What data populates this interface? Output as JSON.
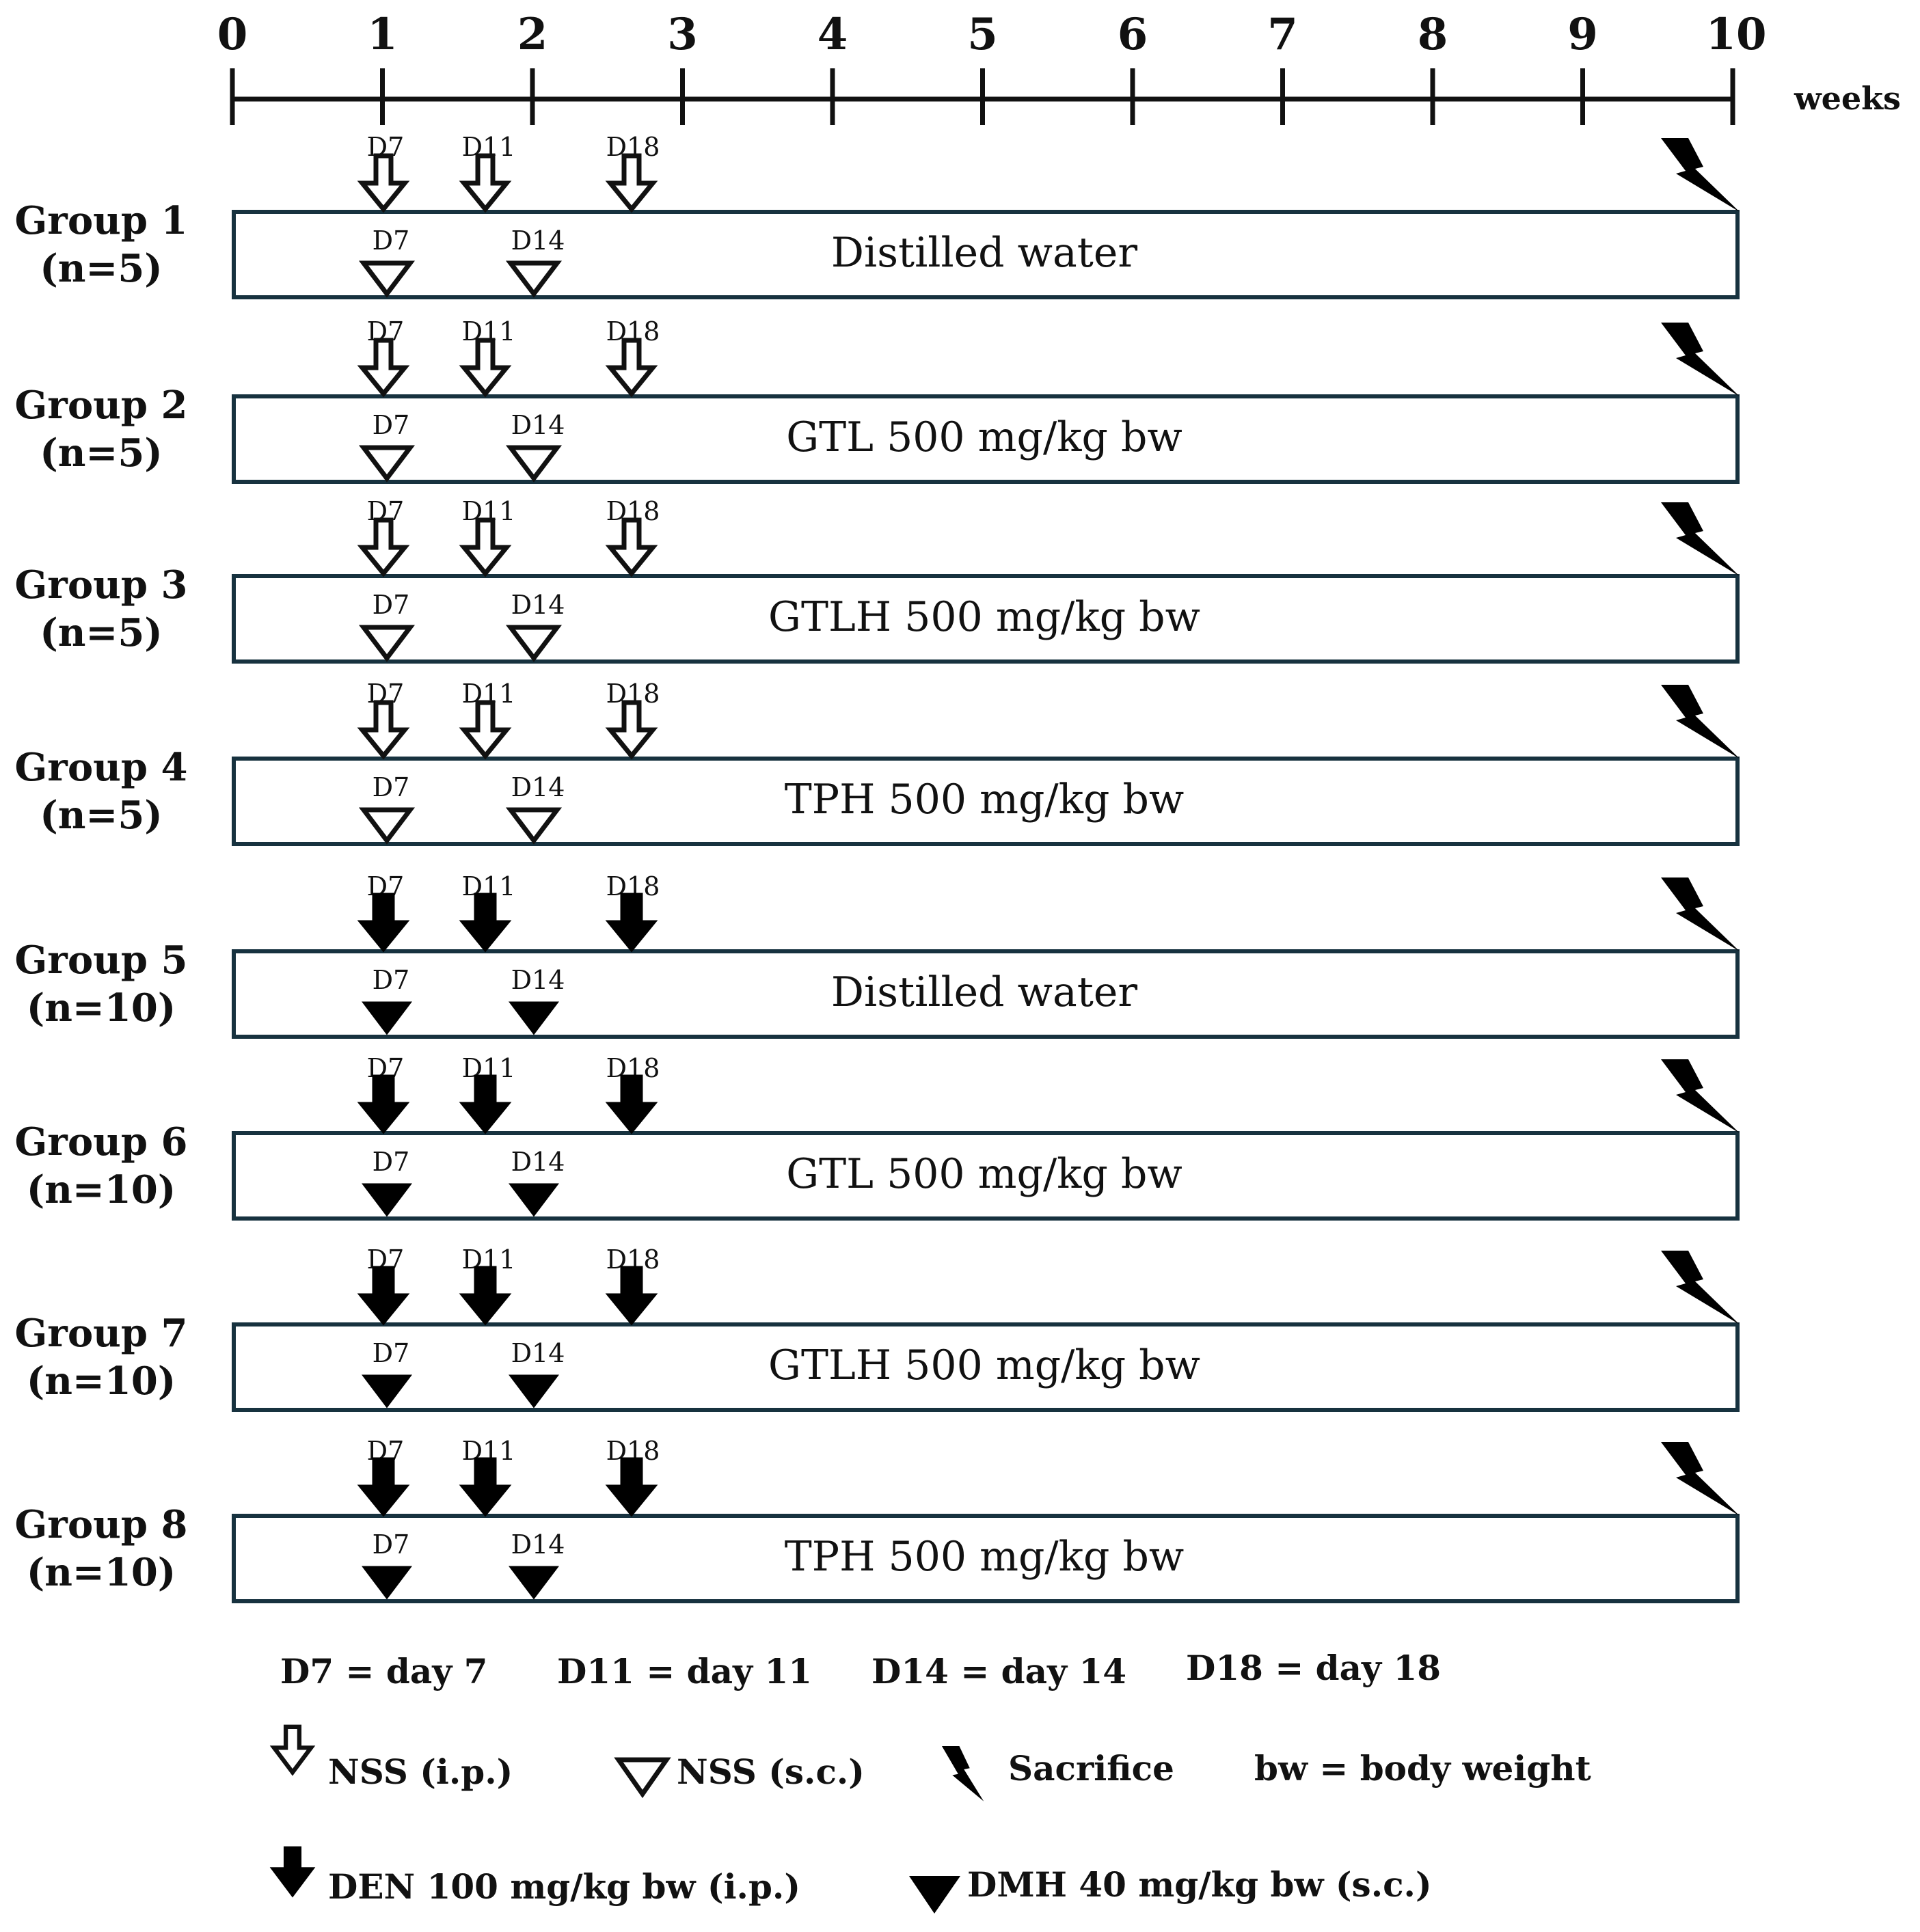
{
  "timeline": {
    "ticks": [
      "0",
      "1",
      "2",
      "3",
      "4",
      "5",
      "6",
      "7",
      "8",
      "9",
      "10"
    ],
    "unit": "weeks"
  },
  "colors": {
    "line": "#111111",
    "bar_border": "#17323f",
    "open_marker_fill": "#ffffff",
    "filled_marker": "#000000"
  },
  "icons": {
    "ip_open": "hollow-down-arrow-icon",
    "sc_open": "hollow-triangle-icon",
    "ip_filled": "filled-down-arrow-icon",
    "sc_filled": "filled-triangle-icon",
    "sacrifice": "lightning-bolt-icon"
  },
  "day_labels": {
    "ip": [
      "D7",
      "D11",
      "D18"
    ],
    "sc": [
      "D7",
      "D14"
    ]
  },
  "groups": [
    {
      "name": "Group 1",
      "n": "(n=5)",
      "treatment": "Distilled water",
      "marker": "open"
    },
    {
      "name": "Group 2",
      "n": "(n=5)",
      "treatment": "GTL 500 mg/kg bw",
      "marker": "open"
    },
    {
      "name": "Group 3",
      "n": "(n=5)",
      "treatment": "GTLH 500 mg/kg bw",
      "marker": "open"
    },
    {
      "name": "Group 4",
      "n": "(n=5)",
      "treatment": "TPH 500 mg/kg bw",
      "marker": "open"
    },
    {
      "name": "Group 5",
      "n": "(n=10)",
      "treatment": "Distilled water",
      "marker": "filled"
    },
    {
      "name": "Group 6",
      "n": "(n=10)",
      "treatment": "GTL 500 mg/kg bw",
      "marker": "filled"
    },
    {
      "name": "Group 7",
      "n": "(n=10)",
      "treatment": "GTLH 500 mg/kg bw",
      "marker": "filled"
    },
    {
      "name": "Group 8",
      "n": "(n=10)",
      "treatment": "TPH 500 mg/kg bw",
      "marker": "filled"
    }
  ],
  "legend": {
    "day_definitions": [
      "D7 = day 7",
      "D11 = day 11",
      "D14 = day 14",
      "D18 = day 18"
    ],
    "nss_ip": "NSS (i.p.)",
    "nss_sc": "NSS (s.c.)",
    "sacrifice": "Sacrifice",
    "bw": "bw =  body weight",
    "den": "DEN 100 mg/kg bw (i.p.)",
    "dmh": "DMH 40 mg/kg bw (s.c.)"
  }
}
